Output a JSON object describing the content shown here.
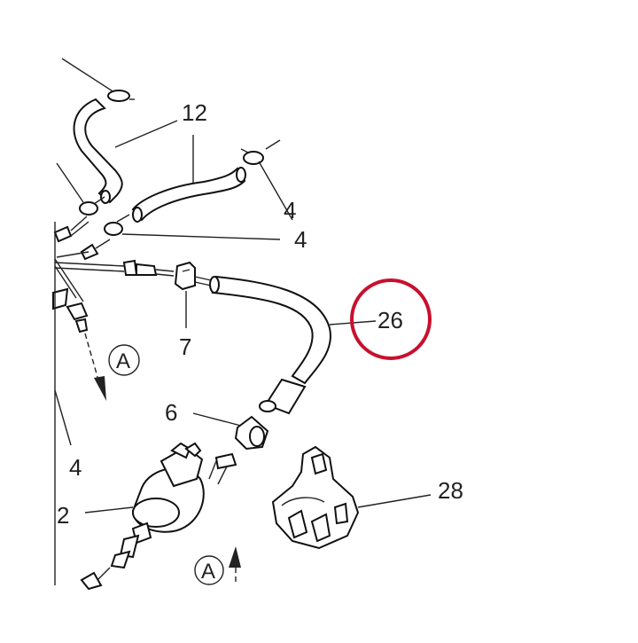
{
  "diagram": {
    "callouts": [
      {
        "id": "c12",
        "label": "12"
      },
      {
        "id": "c4a",
        "label": "4"
      },
      {
        "id": "c4b",
        "label": "4"
      },
      {
        "id": "c26",
        "label": "26"
      },
      {
        "id": "c7",
        "label": "7"
      },
      {
        "id": "c6",
        "label": "6"
      },
      {
        "id": "c4c",
        "label": "4"
      },
      {
        "id": "c2",
        "label": "2"
      },
      {
        "id": "c28",
        "label": "28"
      }
    ],
    "view_markers": [
      {
        "id": "va1",
        "label": "A"
      },
      {
        "id": "va2",
        "label": "A"
      }
    ],
    "highlight_color": "#c8102e",
    "line_color": "#222222"
  }
}
